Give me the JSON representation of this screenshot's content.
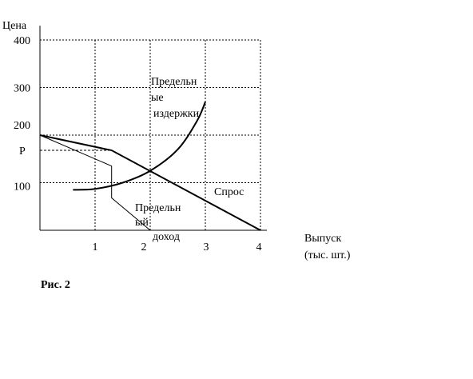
{
  "chart_data": {
    "type": "line",
    "ylabel": "Цена",
    "xlabel_lines": [
      "Выпуск",
      "(тыс. шт.)"
    ],
    "x_ticks": [
      1,
      2,
      3,
      4
    ],
    "y_ticks": [
      100,
      200,
      300,
      400
    ],
    "x_tick_labels": [
      "1",
      "2",
      "3",
      "4"
    ],
    "y_tick_labels": [
      "100",
      "200",
      "300",
      "400"
    ],
    "xlim": [
      0,
      4
    ],
    "ylim": [
      0,
      430
    ],
    "grid": true,
    "price_label": "P",
    "price_value": 168,
    "series": [
      {
        "id": "demand",
        "label_lines": [
          "Спрос"
        ],
        "points": [
          [
            0,
            200
          ],
          [
            1.3,
            168
          ],
          [
            4,
            0
          ]
        ]
      },
      {
        "id": "marginal_cost",
        "label_lines": [
          "Предельн",
          "ые",
          "издержки"
        ],
        "points": [
          [
            0.6,
            85
          ],
          [
            1.0,
            87
          ],
          [
            1.5,
            100
          ],
          [
            2.0,
            125
          ],
          [
            2.5,
            170
          ],
          [
            2.85,
            230
          ],
          [
            3.0,
            270
          ]
        ]
      },
      {
        "id": "marginal_revenue",
        "label_lines": [
          "Предельн",
          "ый",
          "доход"
        ],
        "points": [
          [
            0,
            200
          ],
          [
            1.3,
            135
          ],
          [
            1.3,
            68
          ],
          [
            2.0,
            0
          ]
        ]
      }
    ]
  },
  "caption": "Рис. 2"
}
